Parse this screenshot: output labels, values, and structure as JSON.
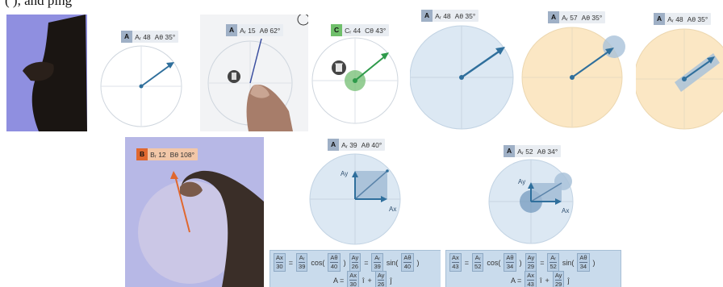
{
  "caption": "(          ), and                                                 ping",
  "colors": {
    "blue_circle": "#dce8f3",
    "peach_circle": "#fbe7c4",
    "arrow": "#2f6f9c",
    "green": "#3fa34d",
    "orange": "#e0682f",
    "tag_chip": "#9fb0c6"
  },
  "panels": [
    {
      "id": "p2",
      "chip": "A",
      "magnitude": "Aᵣ 48",
      "angle": "Aθ 35°"
    },
    {
      "id": "p3",
      "chip": "A",
      "magnitude": "Aᵣ 15",
      "angle": "Aθ 62°"
    },
    {
      "id": "p4",
      "chip": "C",
      "magnitude": "Cᵣ 44",
      "angle": "Cθ 43°"
    },
    {
      "id": "p5",
      "chip": "A",
      "magnitude": "Aᵣ 48",
      "angle": "Aθ 35°"
    },
    {
      "id": "p6",
      "chip": "A",
      "magnitude": "Aᵣ 57",
      "angle": "Aθ 35°"
    },
    {
      "id": "p7",
      "chip": "A",
      "magnitude": "Aᵣ 48",
      "angle": "Aθ 35°"
    },
    {
      "id": "p8",
      "chip": "B",
      "magnitude": "Bᵣ 12",
      "angle": "Bθ 108°"
    },
    {
      "id": "p9",
      "chip": "A",
      "magnitude": "Aᵣ 39",
      "angle": "Aθ 40°"
    },
    {
      "id": "p10",
      "chip": "A",
      "magnitude": "Aᵣ 52",
      "angle": "Aθ 34°"
    }
  ],
  "axis_labels": {
    "ay": "Ay",
    "ax": "Ax"
  },
  "formula_left": {
    "ax": "Ax",
    "ax_val": "30",
    "ar": "Aᵣ",
    "ar_val": "39",
    "cos": "cos(",
    "at": "Aθ",
    "at_val": "40",
    "close": ")",
    "ay": "Ay",
    "ay_val": "26",
    "ar2": "Aᵣ",
    "ar2_val": "39",
    "sin": "sin(",
    "at2": "Aθ",
    "at2_val": "40",
    "a_eq": "A  =",
    "i_hat": "î",
    "j_hat": "ĵ",
    "plus": "+",
    "x_val": "30",
    "y_val": "26"
  },
  "formula_right": {
    "ax": "Ax",
    "ax_val": "43",
    "ar": "Aᵣ",
    "ar_val": "52",
    "cos": "cos(",
    "at": "Aθ",
    "at_val": "34",
    "close": ")",
    "ay": "Ay",
    "ay_val": "29",
    "ar2": "Aᵣ",
    "ar2_val": "52",
    "sin": "sin(",
    "at2": "Aθ",
    "at2_val": "34",
    "a_eq": "A  =",
    "i_hat": "î",
    "j_hat": "ĵ",
    "plus": "+",
    "x_val": "43",
    "y_val": "29"
  },
  "trash_icon": "trash-icon"
}
